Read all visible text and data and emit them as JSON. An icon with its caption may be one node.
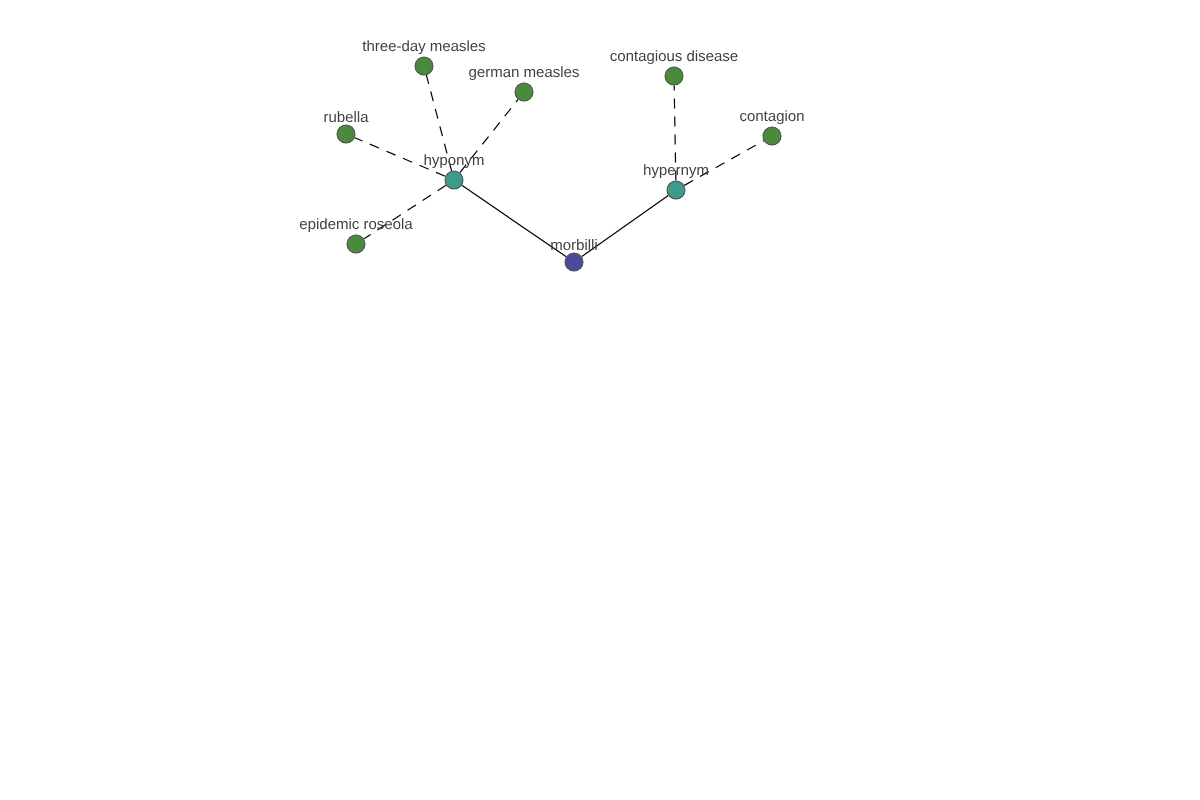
{
  "diagram": {
    "nodes": [
      {
        "text": [
          "morbilli"
        ]
      },
      {
        "text": [
          "hyponym"
        ]
      },
      {
        "text": [
          "hypernym"
        ]
      },
      {
        "text": [
          "three-day measles"
        ]
      },
      {
        "text": [
          "german measles"
        ]
      },
      {
        "text": [
          "rubella"
        ]
      },
      {
        "text": [
          "epidemic roseola"
        ]
      },
      {
        "text": [
          "contagious disease"
        ]
      },
      {
        "text": [
          "contagion"
        ]
      }
    ],
    "edges": [
      {
        "from": 0,
        "to": 1,
        "arrow": "none"
      },
      {
        "from": 0,
        "to": 2,
        "arrow": "none"
      },
      {
        "from": 1,
        "to": 3,
        "arrow": "none",
        "style": "dashed"
      },
      {
        "from": 1,
        "to": 4,
        "arrow": "none",
        "style": "dashed"
      },
      {
        "from": 1,
        "to": 5,
        "arrow": "none",
        "style": "dashed"
      },
      {
        "from": 1,
        "to": 6,
        "arrow": "none",
        "style": "dashed"
      },
      {
        "from": 2,
        "to": 7,
        "arrow": "none",
        "style": "dashed"
      },
      {
        "from": 2,
        "to": 8,
        "arrow": "none",
        "style": "dashed"
      }
    ]
  }
}
